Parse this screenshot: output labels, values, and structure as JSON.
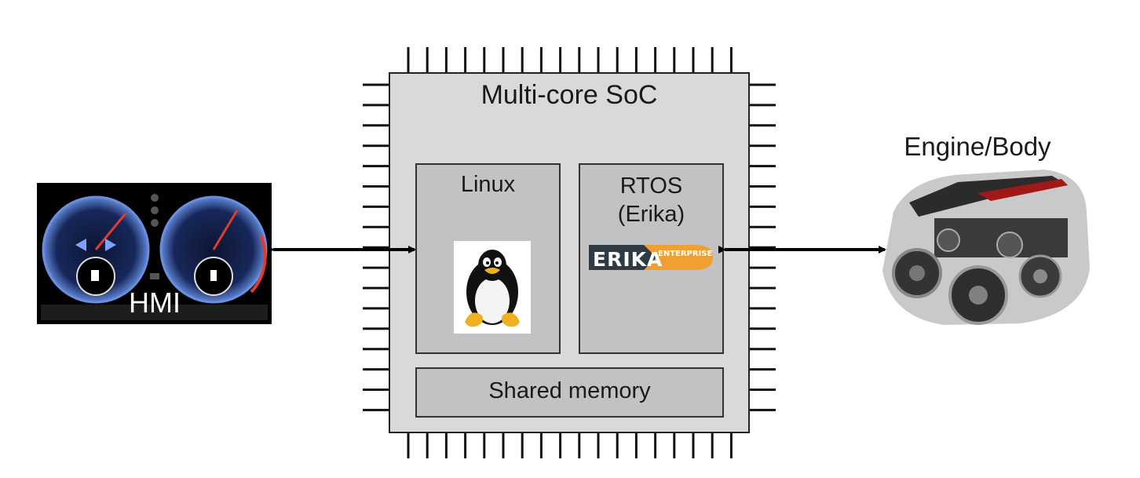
{
  "soc": {
    "title": "Multi-core SoC"
  },
  "cores": [
    {
      "label": "Linux",
      "logo": "tux-penguin-icon"
    },
    {
      "label_line1": "RTOS",
      "label_line2": "(Erika)",
      "logo_text": "ERIKA",
      "logo_subtext": "ENTERPRISE"
    }
  ],
  "shared_memory": {
    "label": "Shared memory"
  },
  "hmi": {
    "label": "HMI",
    "gauges": [
      "speedometer-gauge",
      "rpm-gauge"
    ]
  },
  "engine": {
    "label": "Engine/Body",
    "image": "engine-photo"
  },
  "connections": [
    {
      "from": "hmi",
      "to": "linux",
      "style": "bidirectional-arrow"
    },
    {
      "from": "rtos",
      "to": "engine",
      "style": "bidirectional-arrow"
    }
  ],
  "colors": {
    "chip_fill": "#d9d9d9",
    "core_fill": "#c2c2c2",
    "erika_orange": "#f0a030",
    "erika_dark": "#2f3b44",
    "hmi_blue": "#3a5fb0"
  }
}
